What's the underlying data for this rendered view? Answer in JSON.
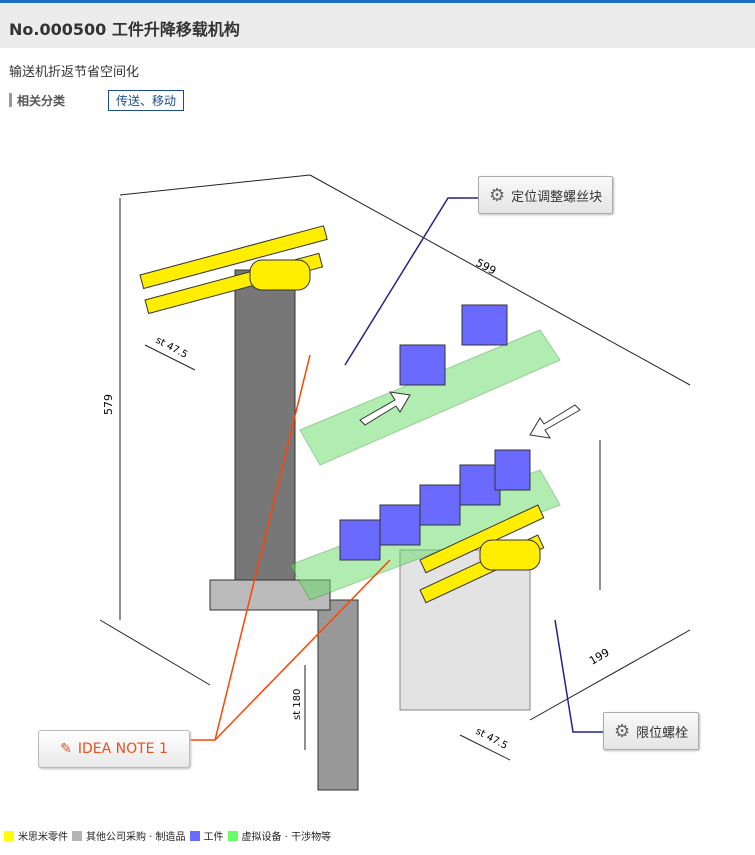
{
  "header": {
    "title": "No.000500 工件升降移载机构"
  },
  "subtitle": "输送机折返节省空间化",
  "category": {
    "label": "相关分类",
    "tag": "传送、移动"
  },
  "drawing": {
    "dimensions": {
      "width": "599",
      "height": "579",
      "depth": "199",
      "stroke_top": "st 47.5",
      "stroke_bottom": "st 47.5",
      "stroke_lift": "st 180"
    },
    "callouts": [
      {
        "label": "定位调整螺丝块",
        "icon": "gear-icon"
      },
      {
        "label": "限位螺栓",
        "icon": "gear-icon"
      }
    ],
    "idea_note": {
      "label": "IDEA NOTE 1",
      "icon": "pencil-icon",
      "color": "#e8501e"
    }
  },
  "legend": [
    {
      "label": "米思米零件",
      "color": "#ffff00"
    },
    {
      "label": "其他公司采购 · 制造品",
      "color": "#b4b4b4"
    },
    {
      "label": "工件",
      "color": "#6a6aff"
    },
    {
      "label": "虚拟设备 · 干涉物等",
      "color": "#66ff66"
    }
  ]
}
